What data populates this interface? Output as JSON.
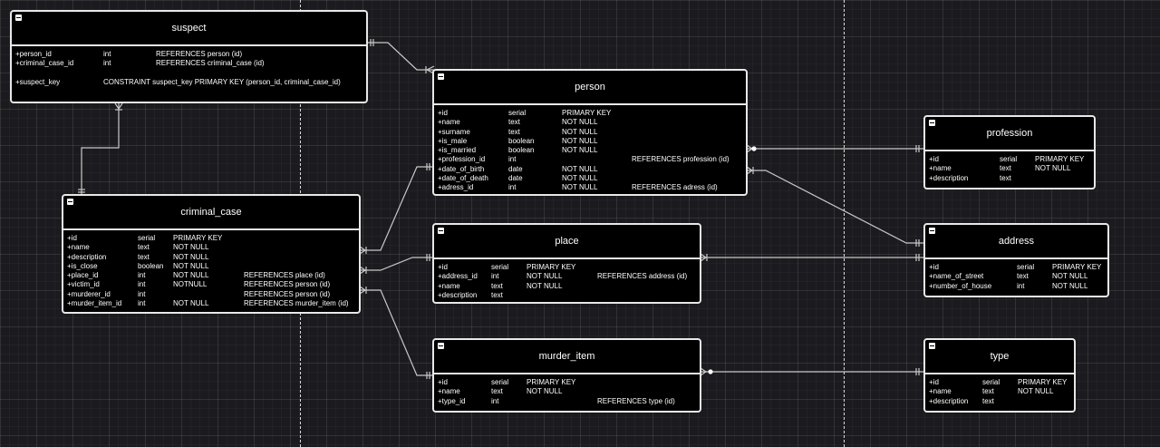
{
  "tables": {
    "suspect": {
      "name": "suspect",
      "rows": [
        {
          "field": "+person_id",
          "type": "int",
          "cons": "",
          "ref": "REFERENCES person (id)"
        },
        {
          "field": "+criminal_case_id",
          "type": "int",
          "cons": "",
          "ref": "REFERENCES criminal_case (id)"
        },
        {
          "field": "+suspect_key",
          "type": "CONSTRAINT suspect_key PRIMARY KEY (person_id, criminal_case_id)",
          "cons": "",
          "ref": ""
        }
      ]
    },
    "person": {
      "name": "person",
      "rows": [
        {
          "field": "+id",
          "type": "serial",
          "cons": "PRIMARY KEY",
          "ref": ""
        },
        {
          "field": "+name",
          "type": "text",
          "cons": "NOT NULL",
          "ref": ""
        },
        {
          "field": "+surname",
          "type": "text",
          "cons": "NOT NULL",
          "ref": ""
        },
        {
          "field": "+is_male",
          "type": "boolean",
          "cons": "NOT NULL",
          "ref": ""
        },
        {
          "field": "+is_married",
          "type": "boolean",
          "cons": "NOT NULL",
          "ref": ""
        },
        {
          "field": "+profession_id",
          "type": "int",
          "cons": "",
          "ref": "REFERENCES profession (id)"
        },
        {
          "field": "+date_of_birth",
          "type": "date",
          "cons": "NOT NULL",
          "ref": ""
        },
        {
          "field": "+date_of_death",
          "type": "date",
          "cons": "NOT NULL",
          "ref": ""
        },
        {
          "field": "+adress_id",
          "type": "int",
          "cons": "NOT NULL",
          "ref": "REFERENCES adress (id)"
        }
      ]
    },
    "profession": {
      "name": "profession",
      "rows": [
        {
          "field": "+id",
          "type": "serial",
          "cons": "PRIMARY KEY",
          "ref": ""
        },
        {
          "field": "+name",
          "type": "text",
          "cons": "NOT NULL",
          "ref": ""
        },
        {
          "field": "+description",
          "type": "text",
          "cons": "",
          "ref": ""
        }
      ]
    },
    "criminal_case": {
      "name": "criminal_case",
      "rows": [
        {
          "field": "+id",
          "type": "serial",
          "cons": "PRIMARY KEY",
          "ref": ""
        },
        {
          "field": "+name",
          "type": "text",
          "cons": "NOT NULL",
          "ref": ""
        },
        {
          "field": "+description",
          "type": "text",
          "cons": "NOT NULL",
          "ref": ""
        },
        {
          "field": "+is_close",
          "type": "boolean",
          "cons": "NOT NULL",
          "ref": ""
        },
        {
          "field": "+place_id",
          "type": "int",
          "cons": "NOT NULL",
          "ref": "REFERENCES place (id)"
        },
        {
          "field": "+victim_id",
          "type": "int",
          "cons": "NOTNULL",
          "ref": "REFERENCES person (id)"
        },
        {
          "field": "+murderer_id",
          "type": "int",
          "cons": "",
          "ref": "REFERENCES person (id)"
        },
        {
          "field": "+murder_item_id",
          "type": "int",
          "cons": "NOT NULL",
          "ref": "REFERENCES murder_item (id)"
        }
      ]
    },
    "place": {
      "name": "place",
      "rows": [
        {
          "field": "+id",
          "type": "serial",
          "cons": "PRIMARY KEY",
          "ref": ""
        },
        {
          "field": "+address_id",
          "type": "int",
          "cons": "NOT NULL",
          "ref": "REFERENCES address (id)"
        },
        {
          "field": "+name",
          "type": "text",
          "cons": "NOT NULL",
          "ref": ""
        },
        {
          "field": "+description",
          "type": "text",
          "cons": "",
          "ref": ""
        }
      ]
    },
    "address": {
      "name": "address",
      "rows": [
        {
          "field": "+id",
          "type": "serial",
          "cons": "PRIMARY KEY",
          "ref": ""
        },
        {
          "field": "+name_of_street",
          "type": "text",
          "cons": "NOT NULL",
          "ref": ""
        },
        {
          "field": "+number_of_house",
          "type": "int",
          "cons": "NOT NULL",
          "ref": ""
        }
      ]
    },
    "murder_item": {
      "name": "murder_item",
      "rows": [
        {
          "field": "+id",
          "type": "serial",
          "cons": "PRIMARY KEY",
          "ref": ""
        },
        {
          "field": "+name",
          "type": "text",
          "cons": "NOT NULL",
          "ref": ""
        },
        {
          "field": "+type_id",
          "type": "int",
          "cons": "",
          "ref": "REFERENCES type (id)"
        }
      ]
    },
    "type": {
      "name": "type",
      "rows": [
        {
          "field": "+id",
          "type": "serial",
          "cons": "PRIMARY KEY",
          "ref": ""
        },
        {
          "field": "+name",
          "type": "text",
          "cons": "NOT NULL",
          "ref": ""
        },
        {
          "field": "+description",
          "type": "text",
          "cons": "",
          "ref": ""
        }
      ]
    }
  },
  "colors": {
    "line": "#c8c8c8",
    "border": "#e8e8e8",
    "background": "#1b1b1f"
  }
}
